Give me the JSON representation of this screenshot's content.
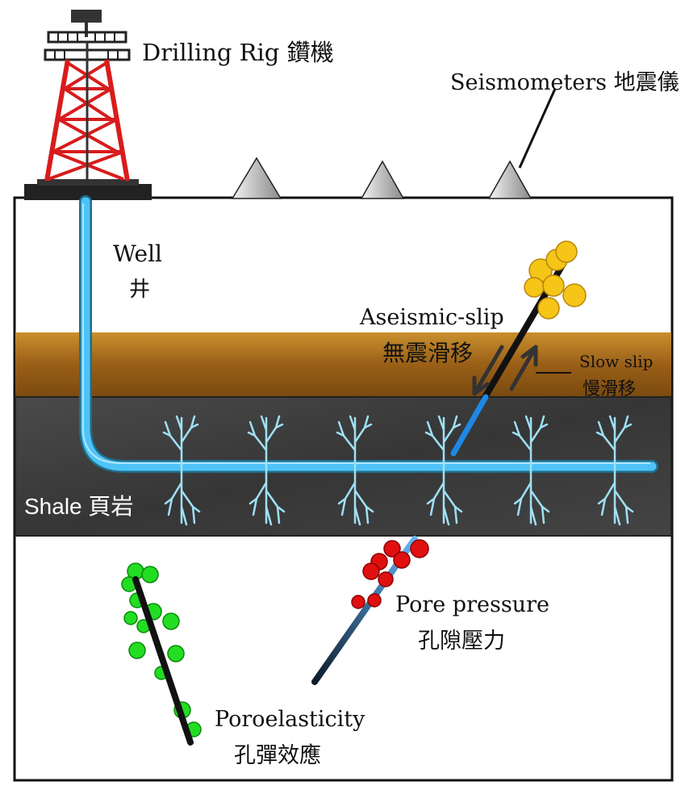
{
  "labels": {
    "drilling_rig": "Drilling Rig 鑽機",
    "seismometers": "Seismometers 地震儀",
    "well_en": "Well",
    "well_zh": "井",
    "aseismic_en": "Aseismic-slip",
    "aseismic_zh": "無震滑移",
    "slow_slip_en": "Slow slip",
    "slow_slip_zh": "慢滑移",
    "shale": "Shale 頁岩",
    "pore_pressure_en": "Pore pressure",
    "pore_pressure_zh": "孔隙壓力",
    "poroelasticity_en": "Poroelasticity",
    "poroelasticity_zh": "孔彈效應"
  },
  "colors": {
    "well": "#4fc3f7",
    "sandstone": "#a56a1e",
    "shale": "#3f3f3f",
    "derrick": "#e02020",
    "aseismic_cluster": "#f5c518",
    "pore_cluster": "#e01010",
    "poro_cluster": "#22dd22"
  }
}
